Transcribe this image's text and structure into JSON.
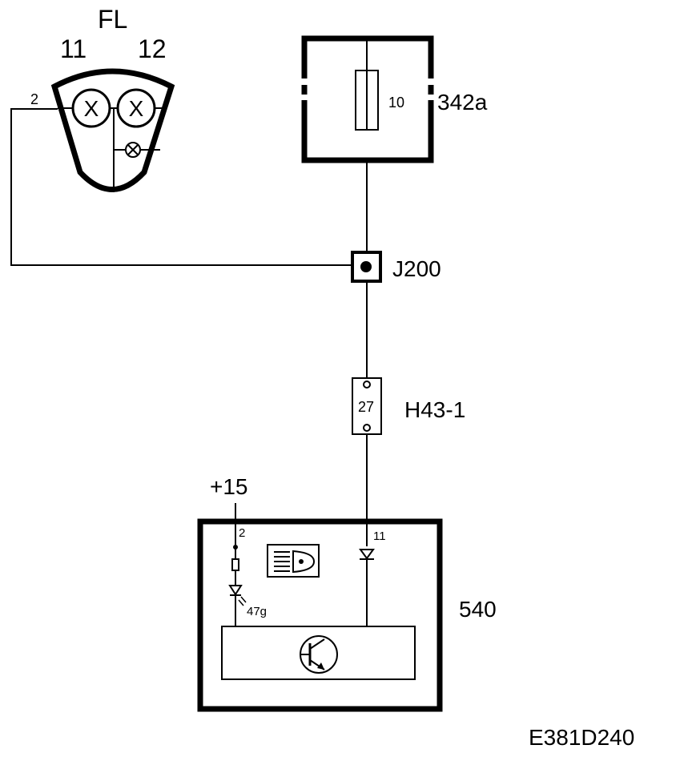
{
  "headlamp": {
    "name": "FL",
    "bulb_left": "11",
    "bulb_right": "12",
    "pin": "2",
    "bulb_left_symbol": "X",
    "bulb_right_symbol": "X",
    "icon_left": "bulb-icon",
    "icon_right": "bulb-icon",
    "icon_small": "lamp-icon"
  },
  "fuse_box": {
    "name": "342a",
    "fuse_number": "10",
    "icon": "fuse-icon"
  },
  "junction": {
    "name": "J200",
    "icon": "splice-icon"
  },
  "connector": {
    "name": "H43-1",
    "pin": "27",
    "icon": "connector-icon"
  },
  "control_module": {
    "name": "540",
    "supply": "+15",
    "supply_pin": "2",
    "led_label": "47g",
    "output_pin": "11",
    "icons": [
      "headlamp-symbol-icon",
      "diode-icon",
      "led-icon",
      "transistor-icon"
    ]
  },
  "diagram_id": "E381D240"
}
